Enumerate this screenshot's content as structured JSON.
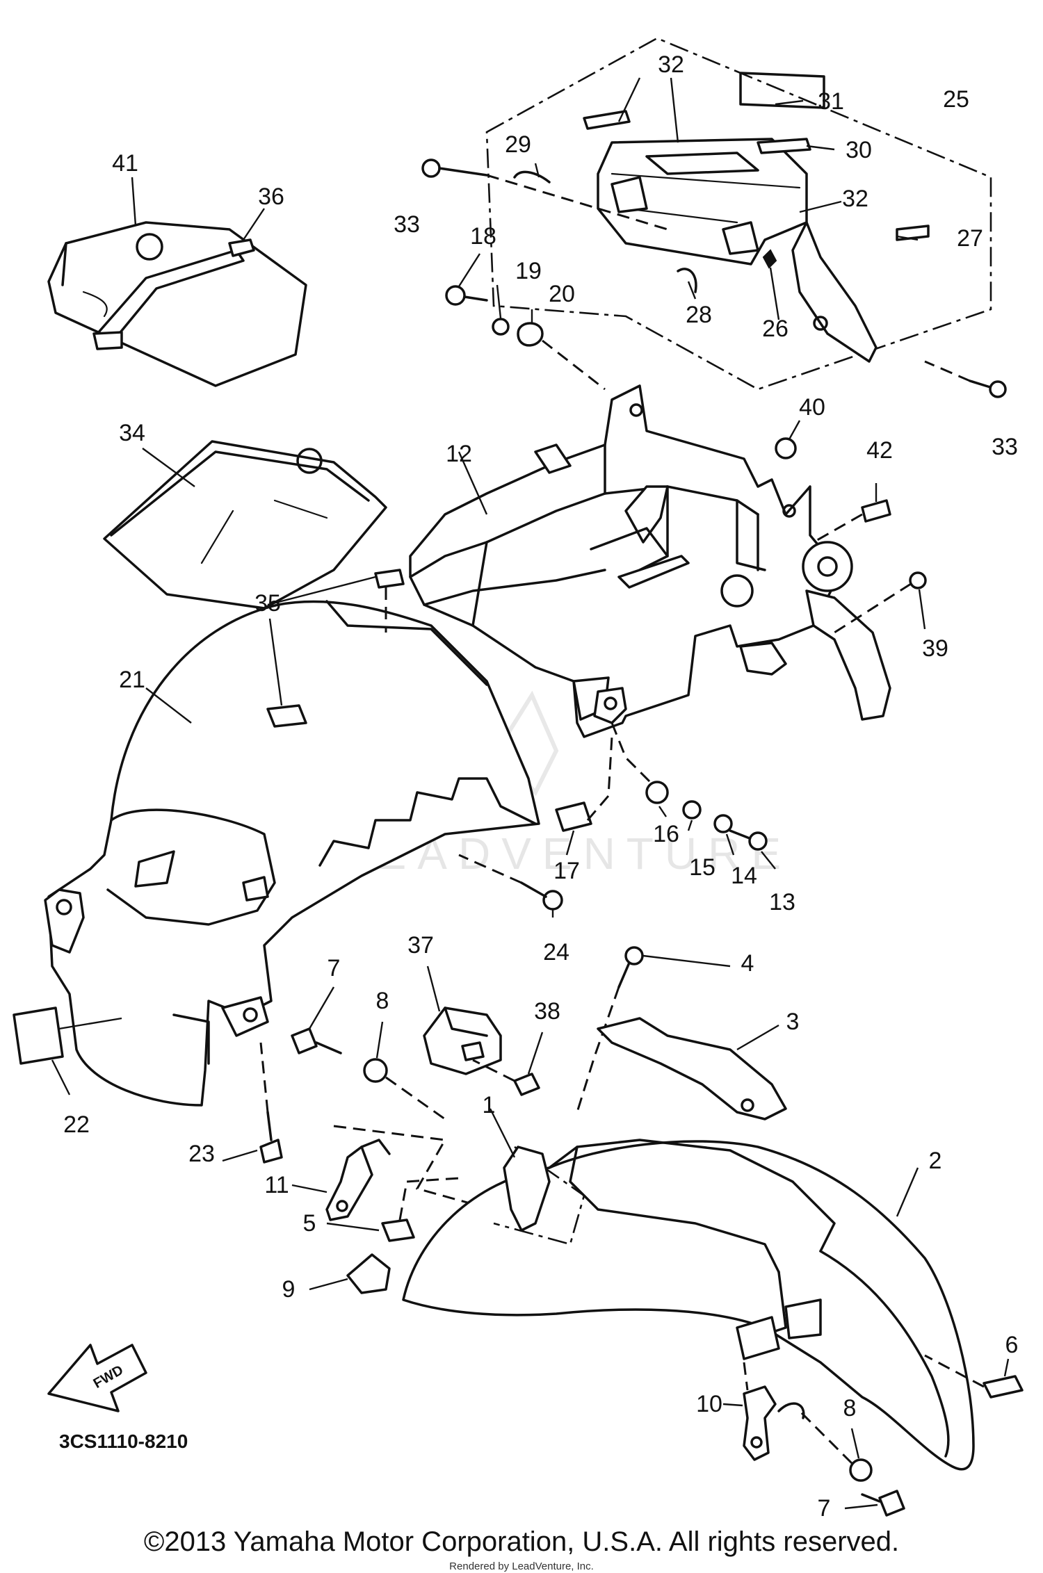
{
  "diagram": {
    "part_code": "3CS1110-8210",
    "fwd_label": "FWD",
    "watermark": "LEADVENTURE",
    "callouts": [
      "1",
      "2",
      "3",
      "4",
      "5",
      "6",
      "7",
      "7",
      "8",
      "8",
      "9",
      "10",
      "11",
      "12",
      "13",
      "14",
      "15",
      "16",
      "17",
      "18",
      "19",
      "20",
      "21",
      "22",
      "23",
      "24",
      "25",
      "26",
      "27",
      "28",
      "29",
      "30",
      "31",
      "32",
      "32",
      "33",
      "33",
      "34",
      "35",
      "36",
      "37",
      "38",
      "39",
      "40",
      "41",
      "42"
    ]
  },
  "footer": {
    "copyright": "©2013 Yamaha Motor Corporation, U.S.A. All rights reserved.",
    "rendered_by": "Rendered by LeadVenture, Inc."
  }
}
